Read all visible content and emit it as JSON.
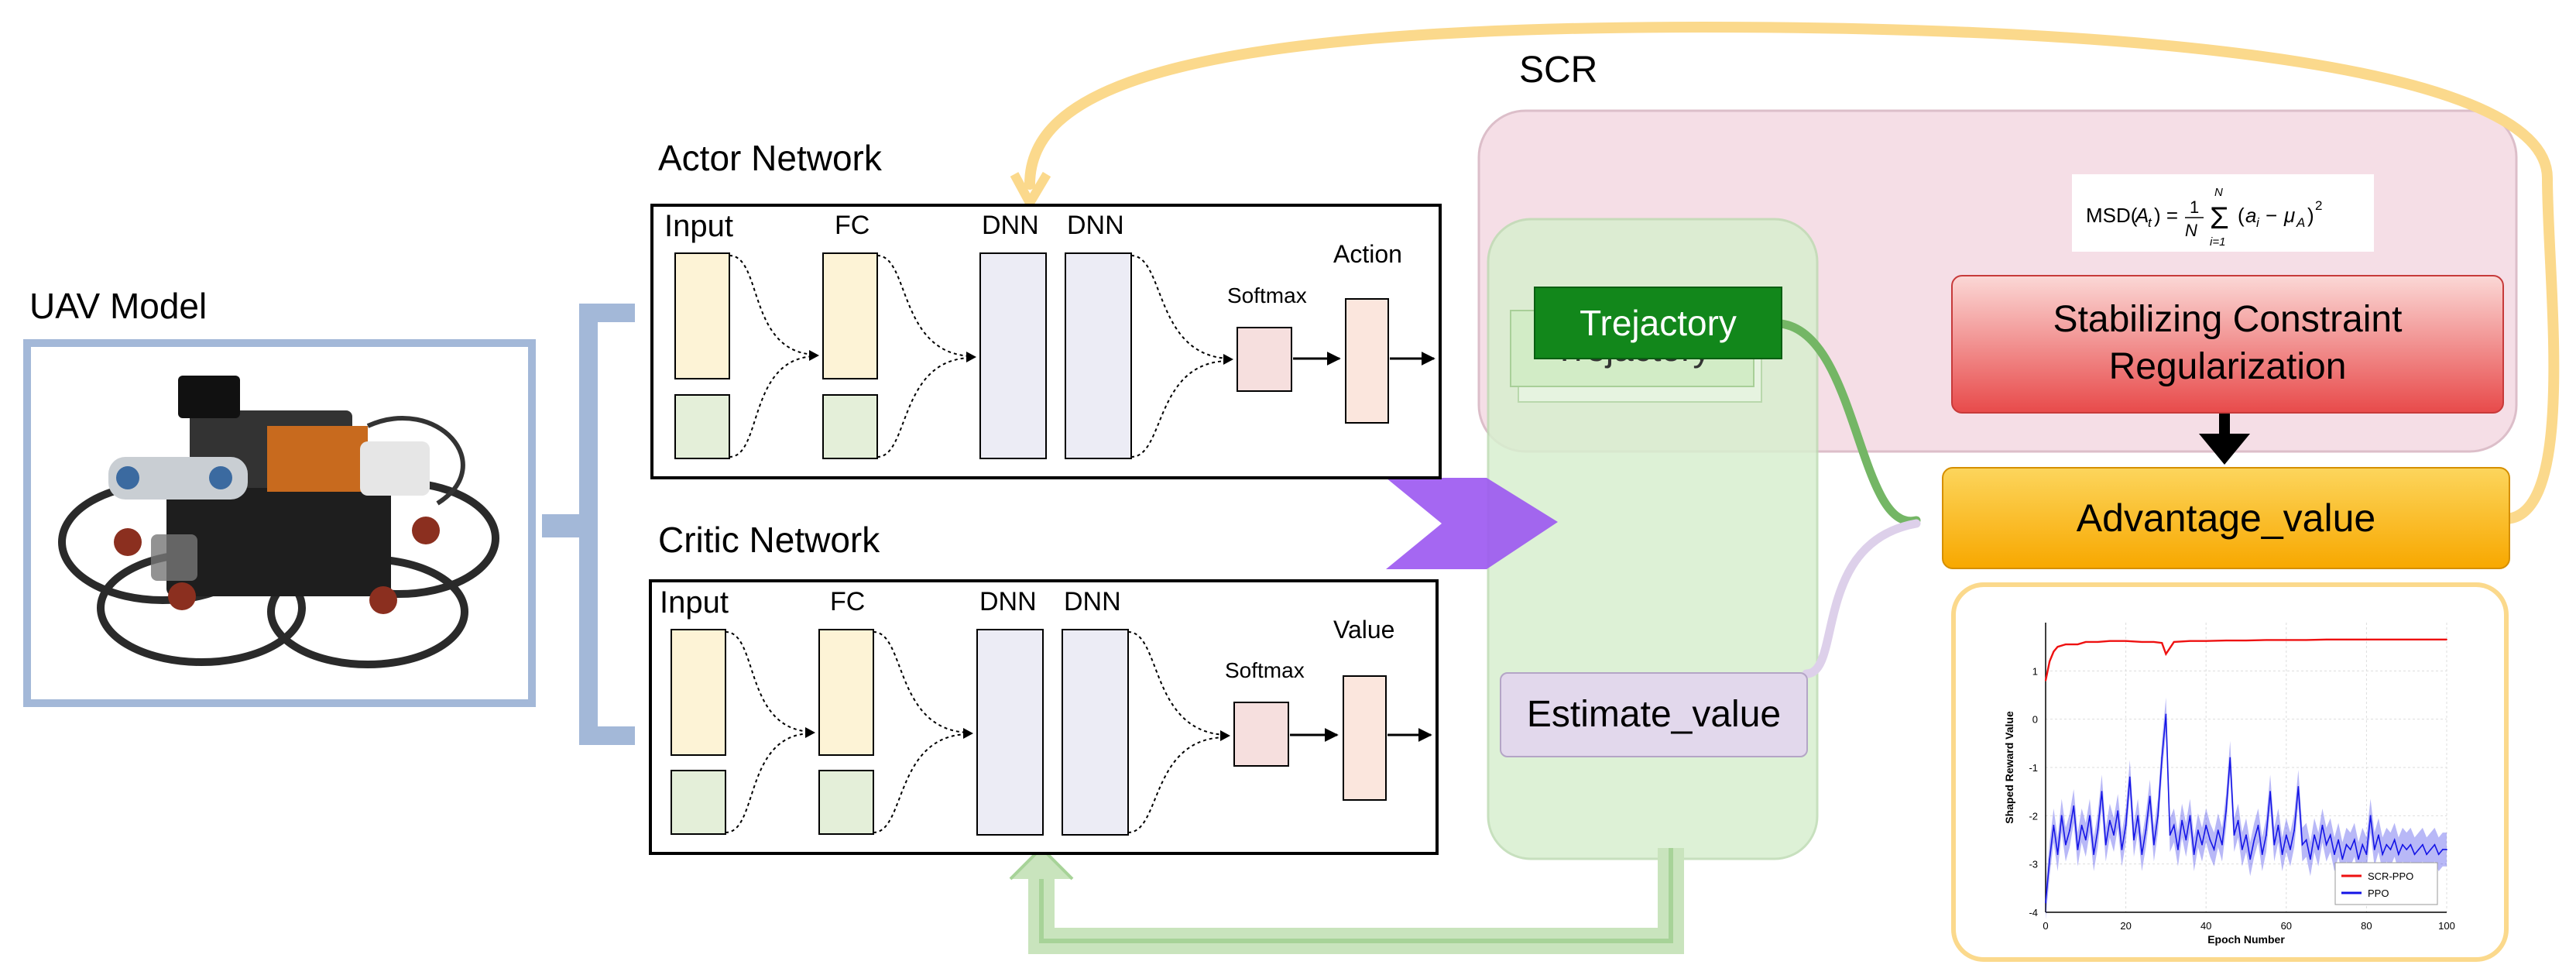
{
  "labels": {
    "scr": "SCR",
    "uav_model": "UAV Model",
    "actor_network": "Actor Network",
    "critic_network": "Critic Network"
  },
  "actor": {
    "input": "Input",
    "fc": "FC",
    "dnn1": "DNN",
    "dnn2": "DNN",
    "softmax": "Softmax",
    "output": "Action"
  },
  "critic": {
    "input": "Input",
    "fc": "FC",
    "dnn1": "DNN",
    "dnn2": "DNN",
    "softmax": "Softmax",
    "output": "Value"
  },
  "scr_block": {
    "trajectory": "Trejactory",
    "trajectory_back1": "Trejactory",
    "trajectory_back2": "Trejactory",
    "constraint_line1": "Stabilizing Constraint",
    "constraint_line2": "Regularization",
    "advantage": "Advantage_value",
    "estimate": "Estimate_value",
    "formula": "MSD(A_t) = (1/N) Σ_{i=1}^{N} (a_i − μ_A)²"
  },
  "colors": {
    "uav_frame": "#a3b8d8",
    "pink_panel": "#f4dbe4",
    "green_panel": "#d8efcf",
    "trajectory": "#12871b",
    "constraint_red": "#e84b4b",
    "advantage_orange": "#f8b400",
    "estimate_purple": "#e2d8ec",
    "yellow_loop": "#fbd98c",
    "purple_arrow": "#9b57f1",
    "scr_ppo": "#ee1111",
    "ppo": "#1414e6"
  },
  "chart_data": {
    "type": "line",
    "title": "",
    "xlabel": "Epoch Number",
    "ylabel": "Shaped Reward Value",
    "xlim": [
      0,
      100
    ],
    "ylim": [
      -4,
      2
    ],
    "xticks": [
      0,
      20,
      40,
      60,
      80,
      100
    ],
    "yticks": [
      1,
      0,
      -1,
      -2,
      -3,
      -4
    ],
    "grid": true,
    "legend_position": "bottom-right",
    "series": [
      {
        "name": "SCR-PPO",
        "color": "#ee1111",
        "x": [
          0,
          1,
          2,
          3,
          5,
          8,
          10,
          13,
          16,
          20,
          24,
          27,
          29,
          30,
          32,
          36,
          40,
          45,
          50,
          55,
          60,
          65,
          70,
          75,
          80,
          85,
          90,
          95,
          100
        ],
        "y": [
          0.8,
          1.2,
          1.4,
          1.5,
          1.55,
          1.55,
          1.6,
          1.6,
          1.62,
          1.62,
          1.6,
          1.6,
          1.58,
          1.35,
          1.6,
          1.62,
          1.62,
          1.63,
          1.63,
          1.64,
          1.64,
          1.64,
          1.65,
          1.65,
          1.65,
          1.65,
          1.65,
          1.65,
          1.65
        ]
      },
      {
        "name": "PPO",
        "color": "#1414e6",
        "x": [
          0,
          1,
          2,
          3,
          4,
          5,
          6,
          7,
          8,
          9,
          10,
          11,
          12,
          13,
          14,
          15,
          16,
          17,
          18,
          19,
          20,
          21,
          22,
          23,
          24,
          25,
          26,
          27,
          28,
          29,
          30,
          31,
          32,
          33,
          34,
          35,
          36,
          37,
          38,
          39,
          40,
          41,
          42,
          43,
          44,
          45,
          46,
          47,
          48,
          49,
          50,
          51,
          52,
          53,
          54,
          55,
          56,
          57,
          58,
          59,
          60,
          61,
          62,
          63,
          64,
          65,
          66,
          67,
          68,
          69,
          70,
          71,
          72,
          73,
          74,
          75,
          76,
          77,
          78,
          79,
          80,
          81,
          82,
          83,
          84,
          85,
          86,
          87,
          88,
          89,
          90,
          91,
          92,
          93,
          94,
          95,
          96,
          97,
          98,
          99,
          100
        ],
        "y": [
          -3.8,
          -2.9,
          -2.2,
          -2.8,
          -2.0,
          -2.6,
          -2.3,
          -1.8,
          -2.7,
          -2.2,
          -2.5,
          -2.0,
          -2.8,
          -2.3,
          -1.5,
          -2.6,
          -2.1,
          -2.4,
          -1.9,
          -2.7,
          -2.2,
          -1.2,
          -2.5,
          -2.0,
          -2.8,
          -2.3,
          -1.6,
          -2.6,
          -2.0,
          -0.8,
          0.1,
          -2.4,
          -2.2,
          -2.7,
          -2.1,
          -2.5,
          -2.0,
          -2.8,
          -2.3,
          -2.6,
          -2.2,
          -2.5,
          -2.7,
          -2.3,
          -2.6,
          -1.9,
          -0.8,
          -2.4,
          -2.1,
          -2.7,
          -2.4,
          -2.9,
          -2.5,
          -2.2,
          -2.8,
          -2.4,
          -1.5,
          -2.6,
          -2.2,
          -2.8,
          -2.4,
          -2.7,
          -2.3,
          -1.4,
          -2.6,
          -2.5,
          -2.9,
          -2.4,
          -2.7,
          -2.2,
          -2.6,
          -2.4,
          -2.8,
          -2.5,
          -2.9,
          -2.6,
          -2.7,
          -2.5,
          -2.9,
          -2.6,
          -2.8,
          -2.0,
          -2.7,
          -2.4,
          -2.8,
          -2.6,
          -2.7,
          -2.5,
          -2.8,
          -2.6,
          -2.7,
          -2.6,
          -2.8,
          -2.7,
          -2.6,
          -2.8,
          -2.7,
          -2.6,
          -2.8,
          -2.7,
          -2.7
        ]
      }
    ]
  }
}
